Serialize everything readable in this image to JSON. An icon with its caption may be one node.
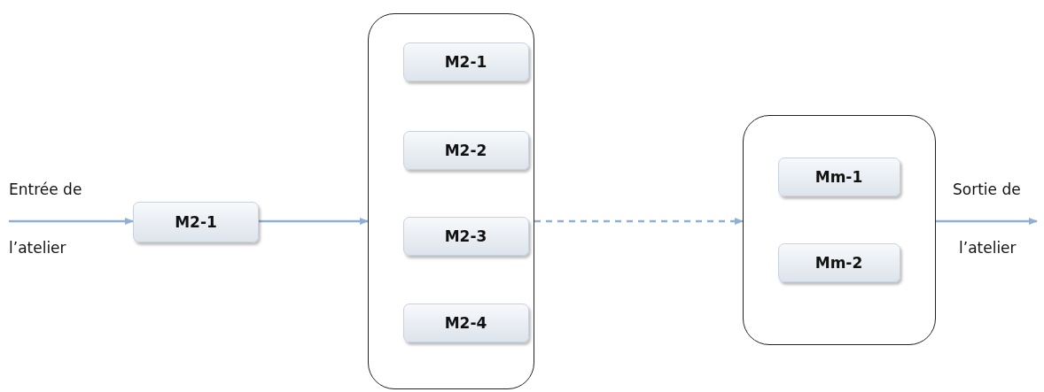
{
  "diagram": {
    "nodes": [
      {
        "text": [
          "M2-1"
        ]
      },
      {
        "text": [],
        "shape": "box"
      },
      {
        "text": [
          "M2-1"
        ],
        "in": 1
      },
      {
        "text": [
          "M2-2"
        ],
        "in": 1
      },
      {
        "text": [
          "M2-3"
        ],
        "in": 1
      },
      {
        "text": [
          "M2-4"
        ],
        "in": 1
      },
      {
        "text": [],
        "shape": "box"
      },
      {
        "text": [
          "Mm-1"
        ],
        "in": 6
      },
      {
        "text": [
          "Mm-2"
        ],
        "in": 6
      }
    ],
    "edges": [
      {
        "from": null,
        "to": 0,
        "arrow": "to"
      },
      {
        "from": 0,
        "to": 1,
        "arrow": "to"
      },
      {
        "from": 1,
        "to": 6,
        "arrow": "to",
        "style": "dashed"
      },
      {
        "from": 6,
        "to": null,
        "arrow": "to"
      }
    ],
    "labels": [
      "Entrée de",
      "l’atelier",
      "Sortie de",
      "l’atelier"
    ]
  }
}
